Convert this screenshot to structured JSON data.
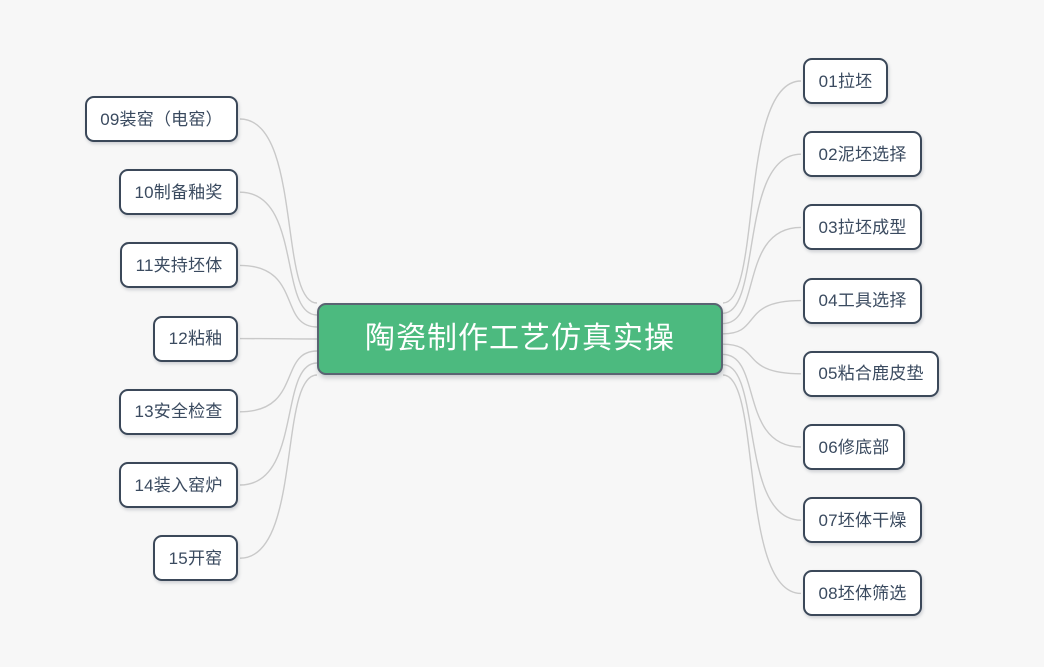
{
  "diagram": {
    "type": "mindmap",
    "title": "陶瓷制作工艺仿真实操",
    "background_color": "#f7f7f7",
    "center": {
      "label": "陶瓷制作工艺仿真实操",
      "fill_color": "#4cba7f",
      "border_color": "#5a6472",
      "text_color": "#ffffff"
    },
    "branch_style": {
      "line_color": "#c9c9c9",
      "node_fill": "#ffffff",
      "node_border": "#3b4859",
      "node_text": "#3a4a5f"
    },
    "right_branch": [
      {
        "label": "01拉坯"
      },
      {
        "label": "02泥坯选择"
      },
      {
        "label": "03拉坯成型"
      },
      {
        "label": "04工具选择"
      },
      {
        "label": "05粘合鹿皮垫"
      },
      {
        "label": "06修底部"
      },
      {
        "label": "07坯体干燥"
      },
      {
        "label": "08坯体筛选"
      }
    ],
    "left_branch": [
      {
        "label": "09装窑（电窑）"
      },
      {
        "label": "10制备釉奖"
      },
      {
        "label": "11夹持坯体"
      },
      {
        "label": "12粘釉"
      },
      {
        "label": "13安全检查"
      },
      {
        "label": "14装入窑炉"
      },
      {
        "label": "15开窑"
      }
    ]
  }
}
